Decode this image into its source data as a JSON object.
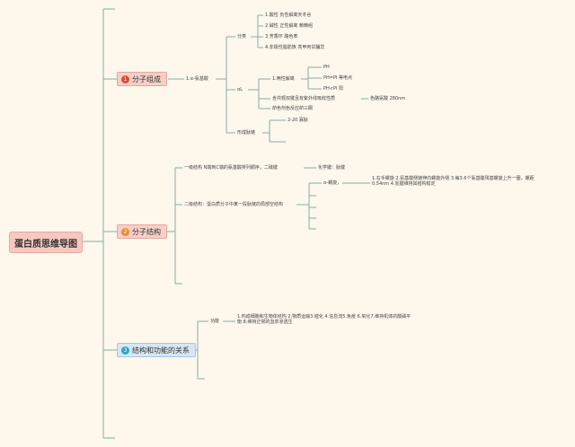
{
  "root": "蛋白质思维导图",
  "branches": [
    {
      "num": "1",
      "label": "分子组成"
    },
    {
      "num": "2",
      "label": "分子结构"
    },
    {
      "num": "3",
      "label": "结构和功能的关系"
    }
  ],
  "composition": {
    "node": "1.α-氨基酸",
    "classify": {
      "label": "分类",
      "items": [
        "1.酸性 负性解离天冬谷",
        "2.碱性 正性解离 赖精组",
        "3.芳香环 酪色苯",
        "4.非极性脂肪族 亮甲丙甘脯异"
      ]
    },
    "ionization": {
      "label": "αL",
      "amphoteric": "1.两性解离",
      "ph_items": [
        "PH",
        "PH=PI 等电点",
        "PH<PI 阳"
      ],
      "absorb": "含共轭双键且有紫外线吸收性质",
      "absorb_value": "色酪氨酸 280nm",
      "color_reaction": "茚色剂色反应茚三酮"
    },
    "peptide": {
      "label": "形成肽链",
      "item": "2-20 寡肽"
    }
  },
  "structure": {
    "primary": "一级结构 N端到C端的氨基酸排列顺序，二硫键",
    "primary_bond": "化学键：肽键",
    "secondary": "二级结构：蛋白质分子中某一段肽链的局部空结构",
    "alpha_helix": "α-螺旋，",
    "alpha_desc": "1.右手螺旋 2.氨基酸侧链伸向螺旋外侧 3.每3.6个氨基酸残基螺旋上升一圈，螺距0.54nm 4.氢键维持其结构稳定"
  },
  "function": {
    "label": "功能",
    "desc": "1.构成细胞和生物体结构 2.物质运输3.催化 4.信息流5.免疫 6.氧化7.维持机体的酸碱平衡 8.维持正常的血浆渗透压"
  }
}
